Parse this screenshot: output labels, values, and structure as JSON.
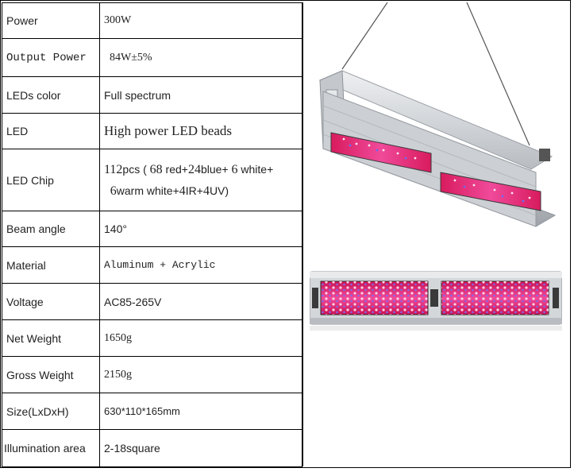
{
  "specs": [
    {
      "key": "Power",
      "value": "300W"
    },
    {
      "key": "Output Power",
      "value": "84W±5%"
    },
    {
      "key": "LEDs color",
      "value": "Full spectrum"
    },
    {
      "key": "LED",
      "value": "High power LED beads"
    },
    {
      "key": "LED Chip",
      "value": {
        "total": "112",
        "pcs": "pcs ( ",
        "red_n": "68",
        "red": " red+",
        "blue_n": "24",
        "blue": "blue+ ",
        "white_n": "6",
        "white": " white+",
        "warm_n": "6",
        "warm": "warm white+",
        "ir_n": "4",
        "ir": "IR+",
        "uv_n": "4",
        "uv": "UV)"
      }
    },
    {
      "key": "Beam angle",
      "value": "140°"
    },
    {
      "key": "Material",
      "value": "Aluminum + Acrylic"
    },
    {
      "key": "Voltage",
      "value": "AC85-265V"
    },
    {
      "key": "Net Weight",
      "value": "1650g"
    },
    {
      "key": "Gross Weight",
      "value": "2150g"
    },
    {
      "key": "Size(LxDxH)",
      "value": "630*110*165mm"
    },
    {
      "key": "Illumination area",
      "value": "2-18square"
    }
  ],
  "colors": {
    "housing": "#c9ccd0",
    "led_red": "#e0195a",
    "led_pink": "#f25aa8",
    "led_blue": "#6a6cf0",
    "led_white": "#ffe6f2"
  }
}
